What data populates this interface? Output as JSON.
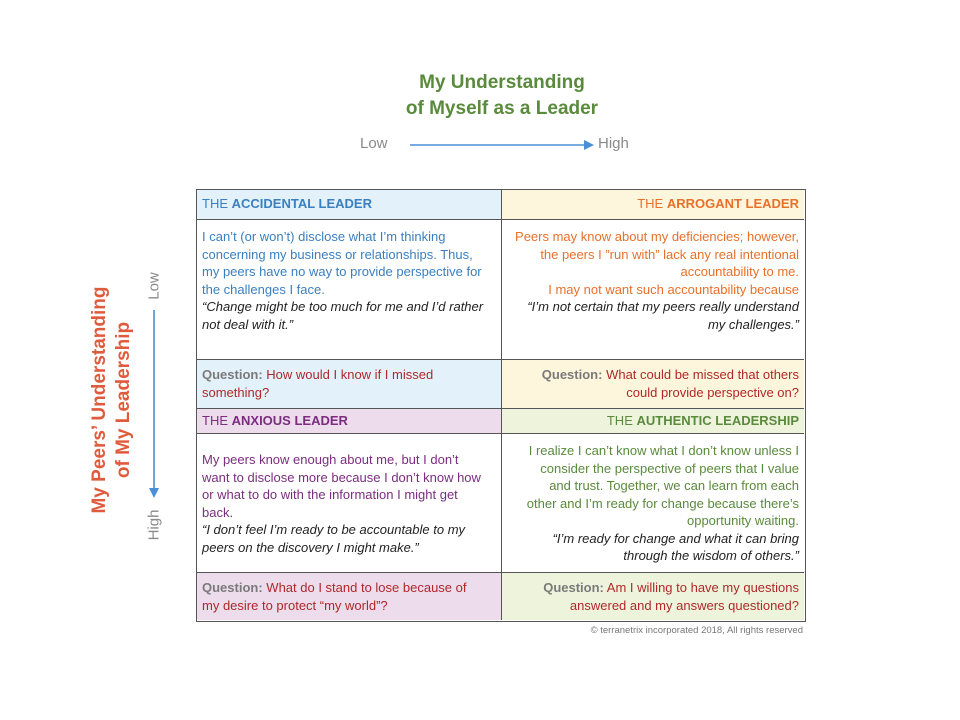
{
  "top_title": {
    "line1": "My Understanding",
    "line2": "of Myself as a Leader"
  },
  "x_axis": {
    "low": "Low",
    "high": "High"
  },
  "side_title": {
    "line1": "My Peers’ Understanding",
    "line2": "of My Leadership"
  },
  "y_axis": {
    "low": "Low",
    "high": "High"
  },
  "colors": {
    "accidental": "#3a7fbf",
    "accidental_bg": "#e3f1fb",
    "arrogant": "#e8702a",
    "arrogant_bg": "#fdf6dc",
    "anxious": "#7b2d7f",
    "anxious_bg": "#ecdcec",
    "authentic": "#5a8a3c",
    "authentic_bg": "#eef4dc",
    "question_text": "#b0282a",
    "arrow": "#4a90d9"
  },
  "quadrants": {
    "accidental": {
      "prefix": "THE ",
      "name": "ACCIDENTAL LEADER",
      "lines": [
        "I can’t (or won’t) disclose what I’m thinking",
        "concerning my business or relationships.  Thus,",
        "my peers have no way to provide perspective for",
        "the challenges I face."
      ],
      "quote": [
        "“Change might be too much for me and I’d rather",
        "not deal with it.”"
      ],
      "question_label": "Question:",
      "question": [
        "How would I know if I missed",
        "something?"
      ]
    },
    "arrogant": {
      "prefix": "THE ",
      "name": "ARROGANT LEADER",
      "lines": [
        "Peers may know about my deficiencies; however,",
        "the peers I ”run with” lack any real intentional",
        "accountability to me.",
        "I may not want such accountability because"
      ],
      "quote": [
        "“I’m not certain that my peers really understand",
        "my challenges.”"
      ],
      "question_label": "Question:",
      "question": [
        "What could be missed that others",
        "could provide perspective on?"
      ]
    },
    "anxious": {
      "prefix": "THE ",
      "name": "ANXIOUS LEADER",
      "lines": [
        "My peers know enough about me, but I don’t",
        "want to disclose more because I don’t know how",
        "or what to do with the information I might get",
        "back."
      ],
      "quote": [
        "“I don’t feel I’m ready to be accountable to my",
        "peers on the discovery I might make.”"
      ],
      "question_label": "Question:",
      "question": [
        "What do I stand to lose because of",
        "my desire to protect “my world”?"
      ]
    },
    "authentic": {
      "prefix": "THE ",
      "name": "AUTHENTIC LEADERSHIP",
      "lines": [
        "I realize I can’t know what I don’t know unless I",
        "consider the perspective of peers that I value",
        "and trust.  Together, we can learn from each",
        "other and I’m ready for change because there’s",
        "opportunity  waiting."
      ],
      "quote": [
        "“I’m ready for change and what it can bring",
        "through the wisdom of others.”"
      ],
      "question_label": "Question:",
      "question": [
        "Am I willing to have my questions",
        "answered and my answers questioned?"
      ]
    }
  },
  "copyright": "© terranetrix incorporated 2018, All rights reserved"
}
